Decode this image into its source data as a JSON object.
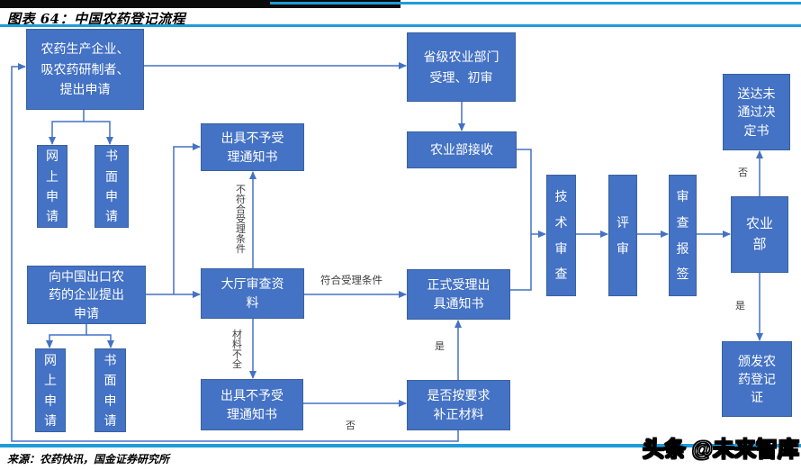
{
  "header": {
    "title": "图表 64：中国农药登记流程"
  },
  "flowchart": {
    "box_fill_color": "#4472C4",
    "line_color": "#4472C4",
    "rule_color": "#1F9CD8",
    "boxes": {
      "applicant": "农药生产企业、\n吸农药研制者、\n提出申请",
      "online1": "网上申请",
      "written1": "书面申请",
      "export": "向中国出口农\n药的企业提出\n申请",
      "online2": "网上申请",
      "written2": "书面申请",
      "reject_top": "出具不予受\n理通知书",
      "hall": "大厅审查资\n料",
      "reject_bottom": "出具不予受\n理通知书",
      "provincial": "省级农业部门\n受理、初审",
      "moa_receive": "农业部接收",
      "formal": "正式受理出\n具通知书",
      "supplement": "是否按要求\n补正材料",
      "tech": "技术审查",
      "review": "评审",
      "sign": "审查报签",
      "moa": "农业\n部",
      "notpass": "送达未\n通过决\n定书",
      "cert": "颁发农\n药登记\n证"
    },
    "edge_labels": {
      "not_qualified": "不符合受理条件",
      "qualified": "符合受理条件",
      "incomplete": "材料不全",
      "no1": "否",
      "yes1": "是",
      "no2": "否",
      "yes2": "是"
    }
  },
  "footer": {
    "source": "来源：农药快讯，国金证券研究所",
    "watermark": "头条 @未来智库"
  }
}
